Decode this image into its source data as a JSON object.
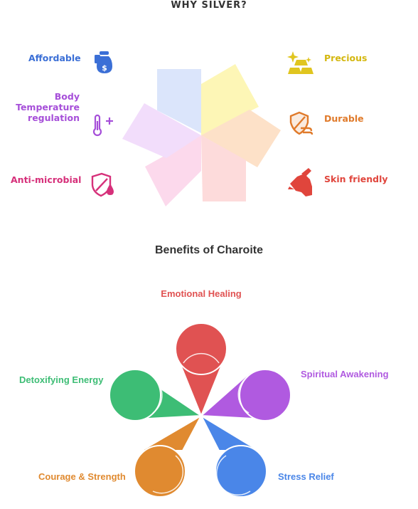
{
  "silver": {
    "title": "WHY SILVER?",
    "affordable": "Affordable",
    "body_line1": "Body",
    "body_line2": "Temperature",
    "body_line3": "regulation",
    "antimicrobial": "Anti-microbial",
    "precious": "Precious",
    "durable": "Durable",
    "skin_friendly": "Skin friendly"
  },
  "charoite": {
    "title": "Benefits of Charoite",
    "emotional": "Emotional Healing",
    "spiritual": "Spiritual Awakening",
    "stress": "Stress Relief",
    "courage": "Courage & Strength",
    "detox": "Detoxifying Energy"
  },
  "colors": {
    "affordable": "#3b6fd6",
    "body": "#a64fd9",
    "antimicrobial": "#d6307a",
    "precious": "#e0c51f",
    "durable": "#e07a2a",
    "skin": "#e0453c",
    "emotional": "#e05252",
    "spiritual": "#b05ae0",
    "stress": "#4a86e8",
    "courage": "#e08a30",
    "detox": "#3dbd75"
  }
}
